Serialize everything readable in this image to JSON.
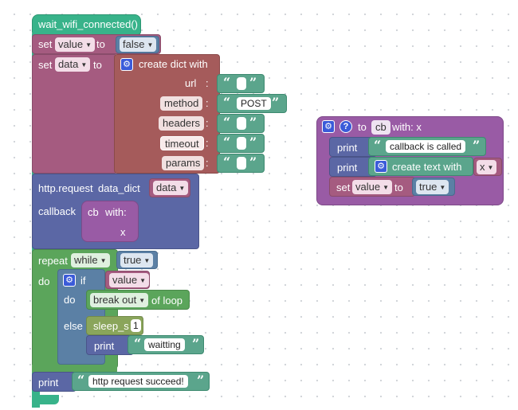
{
  "main": {
    "func_label": "wait_wifi_connected()",
    "set1": {
      "keyword": "set",
      "var": "value",
      "to": "to",
      "value": "false"
    },
    "set2": {
      "keyword": "set",
      "var": "data",
      "to": "to",
      "create": "create dict with"
    },
    "dict_keys": [
      "url",
      "method",
      "headers",
      "timeout",
      "params"
    ],
    "dict_values": [
      "",
      "POST",
      "",
      "",
      ""
    ],
    "separator": ":",
    "http": {
      "label": "http.request",
      "param": "data_dict",
      "var": "data",
      "callback": "callback",
      "cb": "cb",
      "with": "with:",
      "x": "x"
    },
    "repeat": {
      "label": "repeat",
      "mode": "while",
      "cond": "true",
      "do": "do"
    },
    "ifblock": {
      "if": "if",
      "cond": "value",
      "do": "do",
      "else": "else",
      "break": "break out",
      "of_loop": "of loop",
      "sleep": "sleep_s",
      "sleep_val": "1",
      "print": "print",
      "print_val": "waitting"
    },
    "final_print": {
      "label": "print",
      "value": "http request succeed!"
    }
  },
  "callback_func": {
    "to": "to",
    "name": "cb",
    "with": "with: x",
    "print1": "print",
    "print1_val": "callback is called",
    "print2": "print",
    "create_text": "create text with",
    "x": "x",
    "set": "set",
    "set_var": "value",
    "set_to": "to",
    "set_val": "true"
  },
  "colors": {
    "procedure": "#995ba5",
    "variable": "#a55b80",
    "logic": "#5b80a5",
    "text": "#5ba58c",
    "loop": "#5ba55b",
    "dict": "#a55b5b",
    "functions": "#5b67a5",
    "hat": "#38b38a"
  }
}
